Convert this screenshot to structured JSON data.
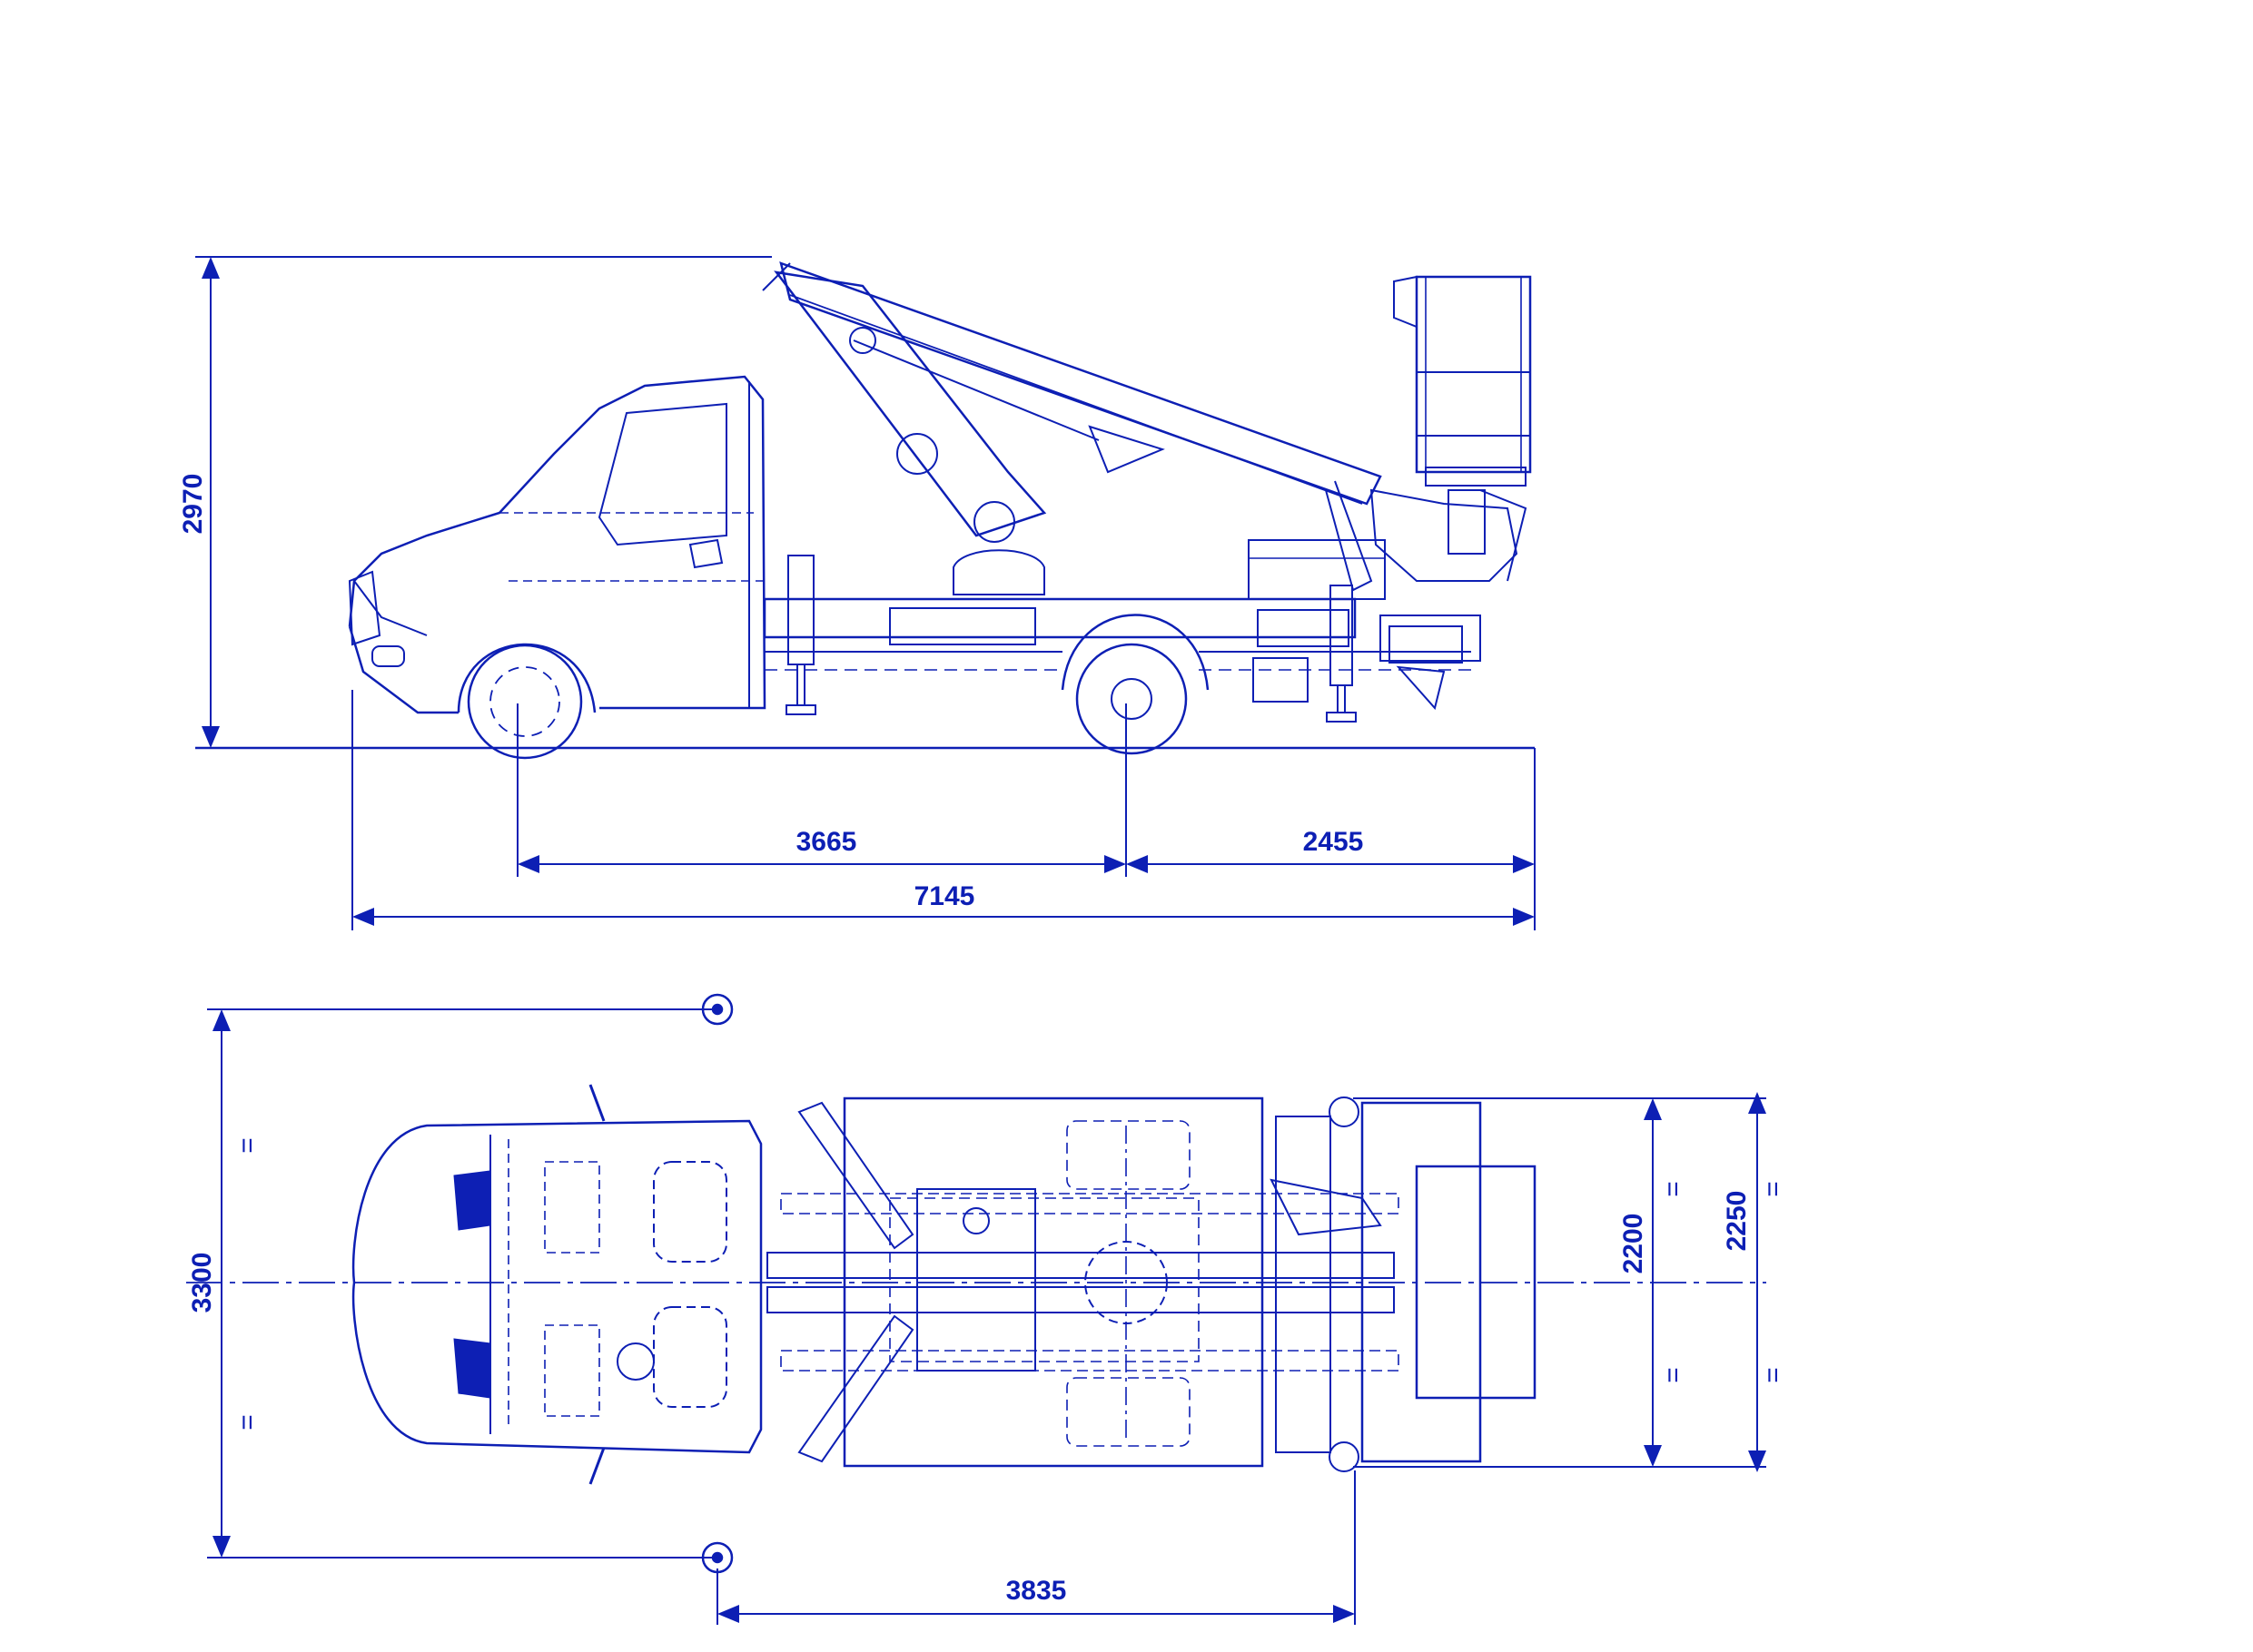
{
  "colors": {
    "ink": "#0d1fb4",
    "background": "#ffffff"
  },
  "icons": [
    "outrigger-pad-icon",
    "dimension-arrow-icon"
  ],
  "side_view": {
    "overall_height": "2970",
    "wheelbase": "3665",
    "rear_overhang": "2455",
    "overall_length": "7145"
  },
  "top_view": {
    "outrigger_span": "3300",
    "outrigger_base": "3835",
    "platform_width": "2200",
    "overall_width": "2250",
    "equal_mark": "="
  }
}
